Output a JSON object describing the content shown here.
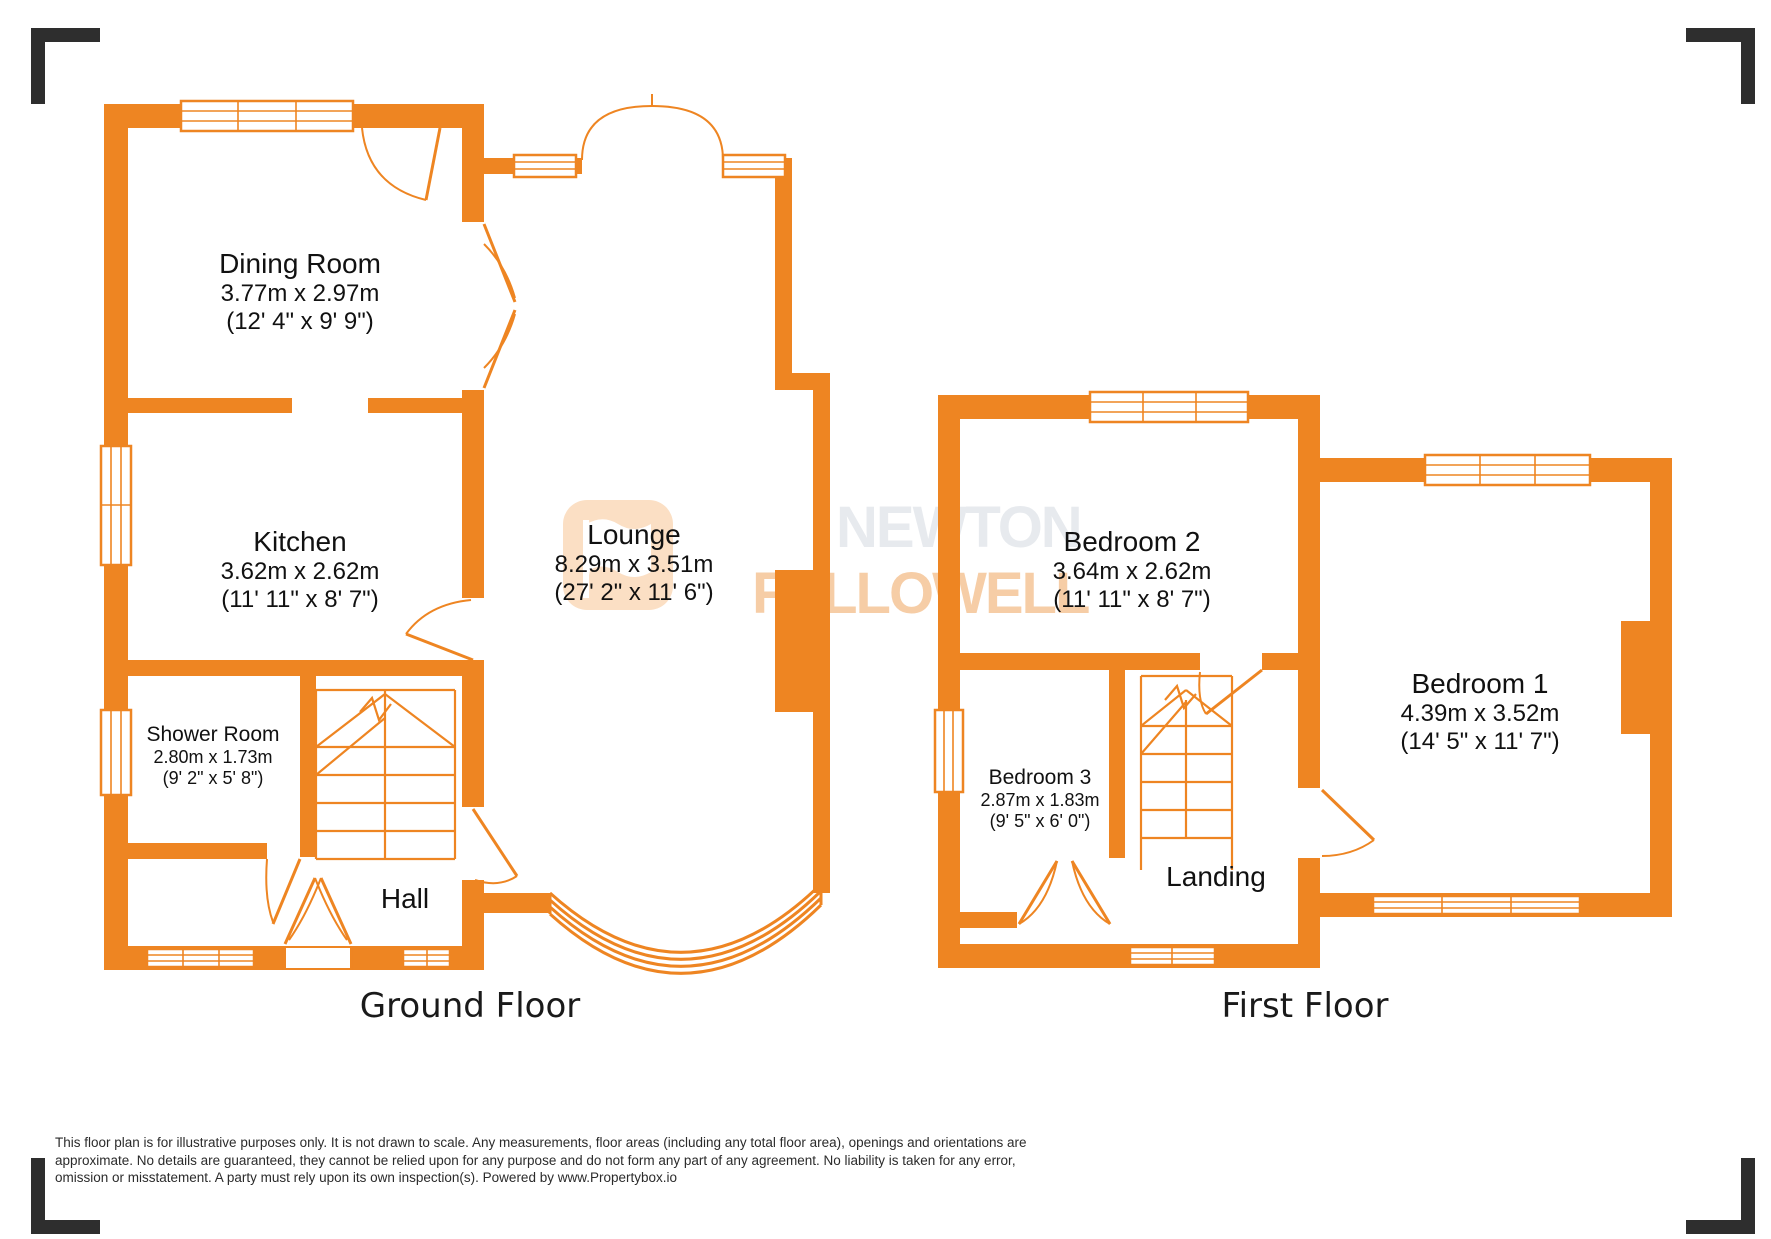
{
  "colors": {
    "wall": "#ee8522",
    "watermark_gray": "#e7eaee",
    "watermark_orange": "#f6cda6",
    "crop_mark": "#2e2e2e",
    "label_ink": "#111111"
  },
  "watermark": {
    "name_top": "NEWTON",
    "name_bottom": "FALLOWELL"
  },
  "floors": [
    {
      "label": "Ground Floor",
      "rooms": [
        {
          "name": "Dining Room",
          "size_metric": "3.77m x 2.97m",
          "size_imperial": "(12' 4\" x 9' 9\")"
        },
        {
          "name": "Kitchen",
          "size_metric": "3.62m x 2.62m",
          "size_imperial": "(11' 11\" x 8' 7\")"
        },
        {
          "name": "Lounge",
          "size_metric": "8.29m x 3.51m",
          "size_imperial": "(27' 2\" x 11' 6\")"
        },
        {
          "name": "Shower Room",
          "size_metric": "2.80m x 1.73m",
          "size_imperial": "(9' 2\" x 5' 8\")"
        },
        {
          "name": "Hall",
          "size_metric": "",
          "size_imperial": ""
        }
      ]
    },
    {
      "label": "First Floor",
      "rooms": [
        {
          "name": "Bedroom 2",
          "size_metric": "3.64m x 2.62m",
          "size_imperial": "(11' 11\" x 8' 7\")"
        },
        {
          "name": "Bedroom 3",
          "size_metric": "2.87m x 1.83m",
          "size_imperial": "(9' 5\" x 6' 0\")"
        },
        {
          "name": "Bedroom 1",
          "size_metric": "4.39m x 3.52m",
          "size_imperial": "(14' 5\" x 11' 7\")"
        },
        {
          "name": "Landing",
          "size_metric": "",
          "size_imperial": ""
        }
      ]
    }
  ],
  "disclaimer": {
    "lines": [
      "This floor plan is for illustrative purposes only. It is not drawn to scale. Any measurements, floor areas (including any total floor area), openings and orientations are",
      "approximate. No details are guaranteed, they cannot be relied upon for any purpose and do not form any part of any agreement. No liability is taken for any error,",
      "omission or misstatement. A party must rely upon its own inspection(s). Powered by www.Propertybox.io"
    ]
  }
}
